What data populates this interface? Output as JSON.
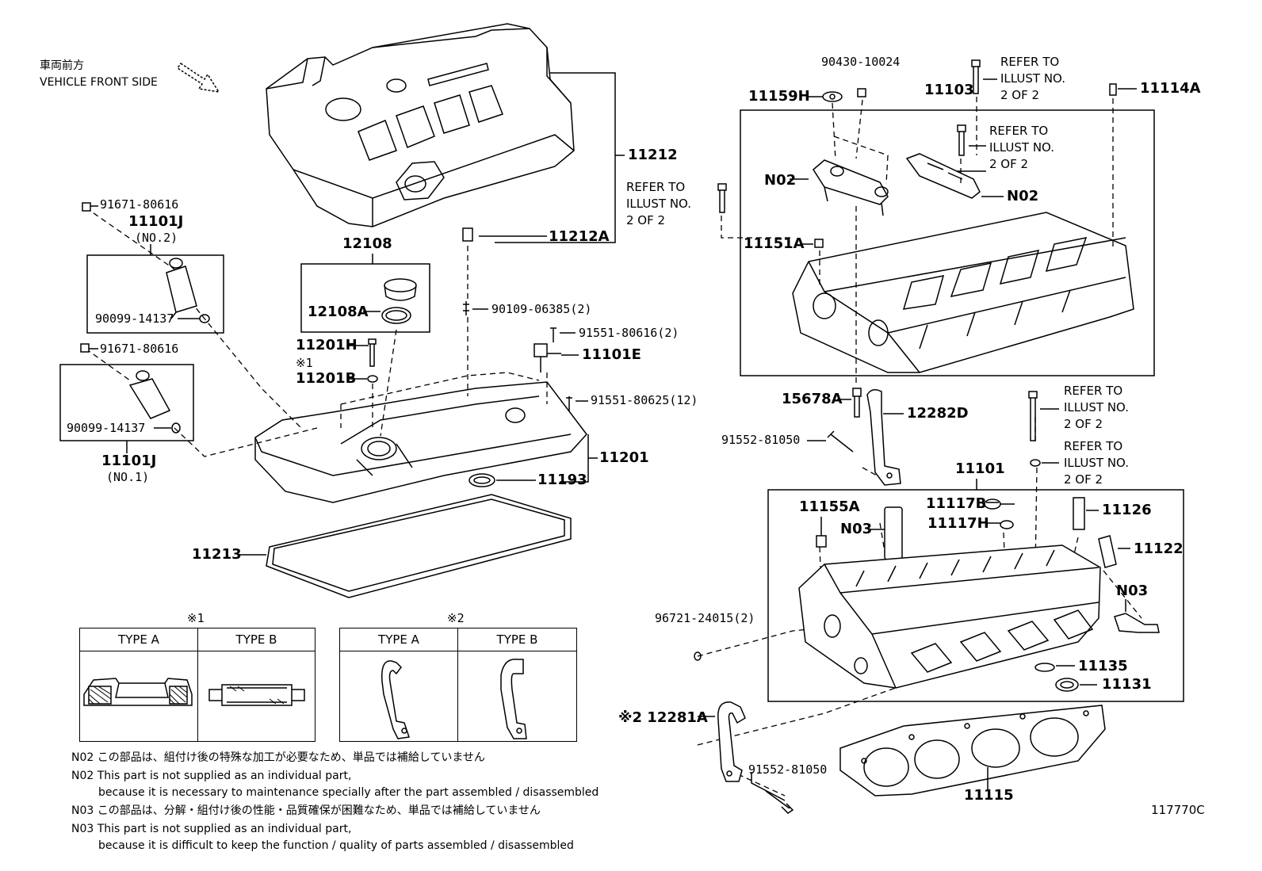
{
  "orientation": {
    "line1": "車両前方",
    "line2": "VEHICLE FRONT SIDE"
  },
  "parts": {
    "p11212": "11212",
    "p11212A": "11212A",
    "p12108": "12108",
    "p12108A": "12108A",
    "p11201H": "11201H",
    "p11201B_mark": "※1",
    "p11201B": "11201B",
    "p90109": "90109-06385(2)",
    "p91551_616": "91551-80616(2)",
    "p11101E": "11101E",
    "p91551_625": "91551-80625(12)",
    "p11201": "11201",
    "p11193": "11193",
    "p11213": "11213",
    "p91671_a": "91671-80616",
    "p11101J_a": "11101J",
    "p11101J_a_sub": "(NO.2)",
    "p90099_a": "90099-14137",
    "p91671_b": "91671-80616",
    "p90099_b": "90099-14137",
    "p11101J_b": "11101J",
    "p11101J_b_sub": "(NO.1)",
    "p90430": "90430-10024",
    "p11159H": "11159H",
    "p11103": "11103",
    "p11114A": "11114A",
    "pN02_a": "N02",
    "pN02_b": "N02",
    "p11151A": "11151A",
    "p15678A": "15678A",
    "p12282D": "12282D",
    "p91552_a": "91552-81050",
    "p11101": "11101",
    "p11155A": "11155A",
    "pN03_a": "N03",
    "p11117B": "11117B",
    "p11117H": "11117H",
    "p11126": "11126",
    "p11122": "11122",
    "pN03_b": "N03",
    "p96721": "96721-24015(2)",
    "p11135": "11135",
    "p11131": "11131",
    "p12281A": "※2 12281A",
    "p91552_b": "91552-81050",
    "p11115": "11115"
  },
  "refer": {
    "r1": [
      "REFER TO",
      "ILLUST NO.",
      "2 OF 2"
    ],
    "r2": [
      "REFER TO",
      "ILLUST NO.",
      "2 OF 2"
    ],
    "r3": [
      "REFER TO",
      "ILLUST NO.",
      "2 OF 2"
    ],
    "r4": [
      "REFER TO",
      "ILLUST NO.",
      "2 OF 2"
    ],
    "r5": [
      "REFER TO",
      "ILLUST NO.",
      "2 OF 2"
    ]
  },
  "tables": {
    "t1": {
      "mark": "※1",
      "col_a": "TYPE A",
      "col_b": "TYPE B"
    },
    "t2": {
      "mark": "※2",
      "col_a": "TYPE A",
      "col_b": "TYPE B"
    }
  },
  "notes": {
    "n1": "N02 この部品は、組付け後の特殊な加工が必要なため、単品では補給していません",
    "n2": "N02 This part is not supplied as an individual part,",
    "n3": "because it is necessary to maintenance specially after the part assembled / disassembled",
    "n4": "N03 この部品は、分解・組付け後の性能・品質確保が困難なため、単品では補給していません",
    "n5": "N03 This part is not supplied as an individual part,",
    "n6": "because it is difficult to keep the function / quality of parts assembled / disassembled"
  },
  "illustration_id": "117770C"
}
